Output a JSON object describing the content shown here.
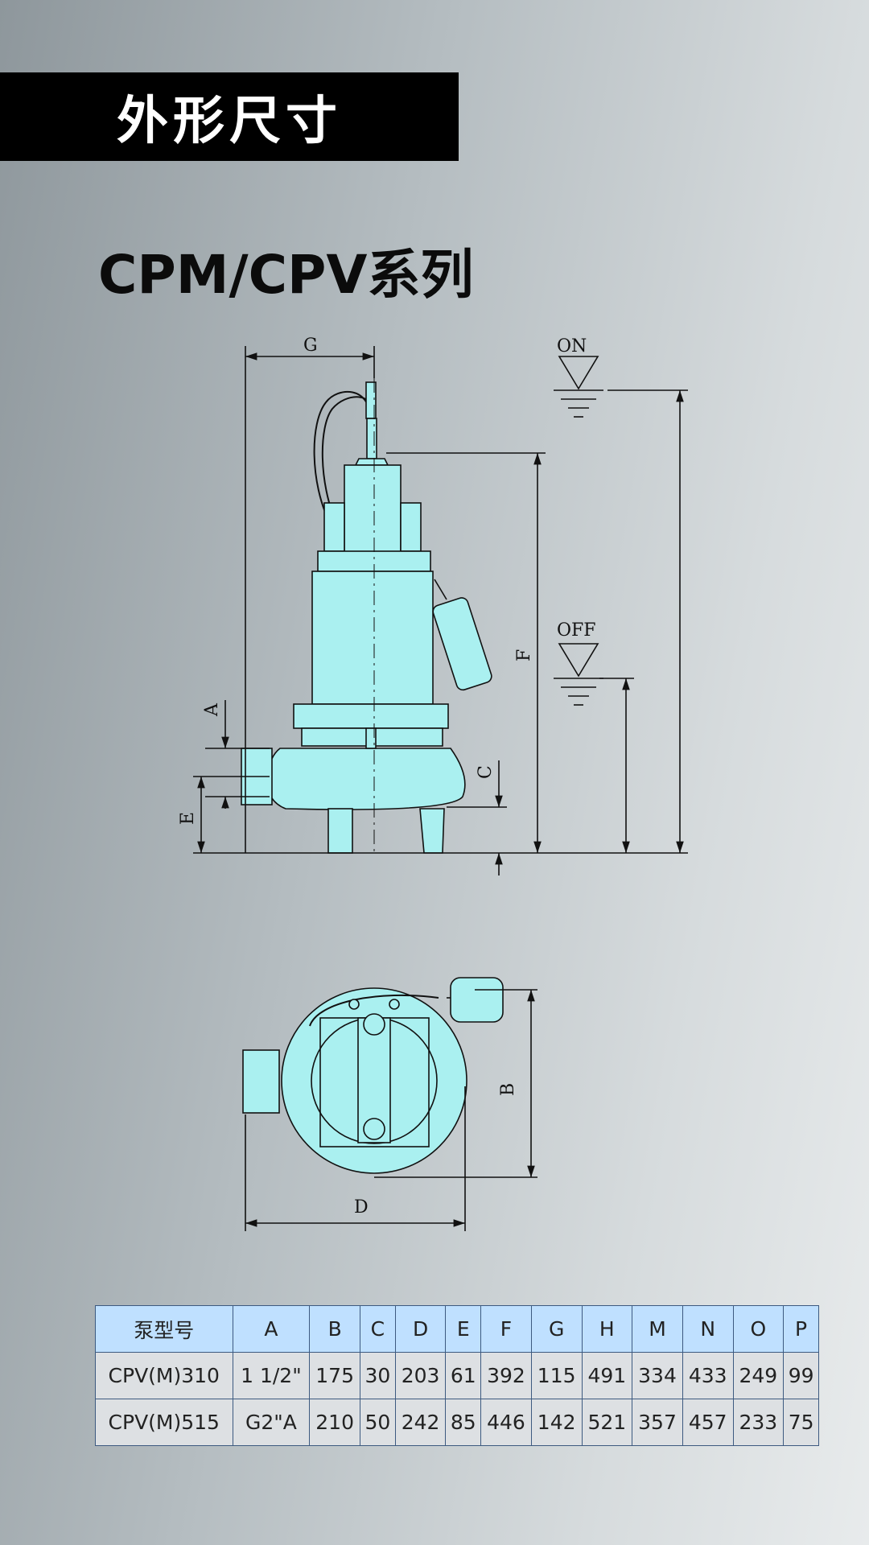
{
  "header": {
    "title": "外形尺寸",
    "series": "CPM/CPV系列"
  },
  "drawing": {
    "labels": {
      "g": "G",
      "a": "A",
      "e": "E",
      "c": "C",
      "f": "F",
      "b": "B",
      "d": "D",
      "on": "ON",
      "off": "OFF"
    }
  },
  "spec_table": {
    "columns": [
      "泵型号",
      "A",
      "B",
      "C",
      "D",
      "E",
      "F",
      "G",
      "H",
      "M",
      "N",
      "O",
      "P"
    ],
    "rows": [
      [
        "CPV(M)310",
        "1 1/2\"",
        "175",
        "30",
        "203",
        "61",
        "392",
        "115",
        "491",
        "334",
        "433",
        "249",
        "99"
      ],
      [
        "CPV(M)515",
        "G2\"A",
        "210",
        "50",
        "242",
        "85",
        "446",
        "142",
        "521",
        "357",
        "457",
        "233",
        "75"
      ]
    ]
  },
  "colors": {
    "pump_fill": "#aaf0f0",
    "table_header": "#bfe0ff",
    "title_bg": "#000000"
  }
}
